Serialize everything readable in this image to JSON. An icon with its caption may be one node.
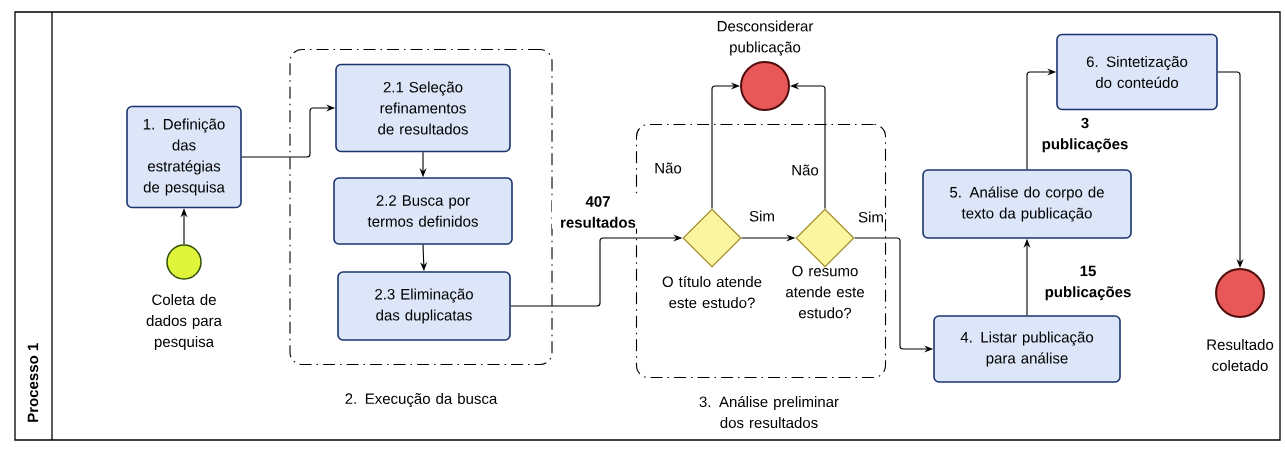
{
  "diagram": {
    "nodes": [
      {
        "text": [
          "Processo 1"
        ]
      },
      {
        "text": [
          "1. Definição das estratégias de pesquisa"
        ],
        "in": 0
      },
      {
        "text": [
          "Coleta de dados para pesquisa"
        ],
        "in": 0
      },
      {
        "text": [
          "2. Execução da busca"
        ],
        "in": 0
      },
      {
        "text": [
          "2.1 Seleção refinamentos de resultados"
        ],
        "in": 3
      },
      {
        "text": [
          "2.2 Busca por termos definidos"
        ],
        "in": 3
      },
      {
        "text": [
          "2.3 Eliminação das duplicatas"
        ],
        "in": 3
      },
      {
        "text": [
          "3. Análise preliminar dos resultados"
        ],
        "in": 0
      },
      {
        "text": [
          "O título atende este estudo?"
        ],
        "in": 7
      },
      {
        "text": [
          "O resumo atende este estudo?"
        ],
        "in": 7
      },
      {
        "text": [
          "Desconsiderar publicação"
        ],
        "in": 0
      },
      {
        "text": [
          "4. Listar publicação para análise"
        ],
        "in": 0
      },
      {
        "text": [
          "5. Análise do corpo de texto da publicação"
        ],
        "in": 0
      },
      {
        "text": [
          "6. Sintetização do conteúdo"
        ],
        "in": 0
      },
      {
        "text": [
          "Resultado coletado"
        ],
        "in": 0
      }
    ],
    "edges": [
      {
        "from": 2,
        "to": 1,
        "arrow": "to"
      },
      {
        "from": 1,
        "to": 4,
        "arrow": "to"
      },
      {
        "from": 4,
        "to": 5,
        "arrow": "to"
      },
      {
        "from": 5,
        "to": 6,
        "arrow": "to"
      },
      {
        "from": 6,
        "to": 8,
        "arrow": "to",
        "label": "407 resultados"
      },
      {
        "from": 8,
        "to": 10,
        "arrow": "to",
        "label": "Não"
      },
      {
        "from": 8,
        "to": 9,
        "arrow": "to",
        "label": "Sim"
      },
      {
        "from": 9,
        "to": 10,
        "arrow": "to",
        "label": "Não"
      },
      {
        "from": 9,
        "to": 11,
        "arrow": "to",
        "label": "Sim"
      },
      {
        "from": 11,
        "to": 12,
        "arrow": "to",
        "label": "15 publicações"
      },
      {
        "from": 12,
        "to": 13,
        "arrow": "to",
        "label": "3 publicações"
      },
      {
        "from": 13,
        "to": 14,
        "arrow": "to"
      }
    ]
  }
}
